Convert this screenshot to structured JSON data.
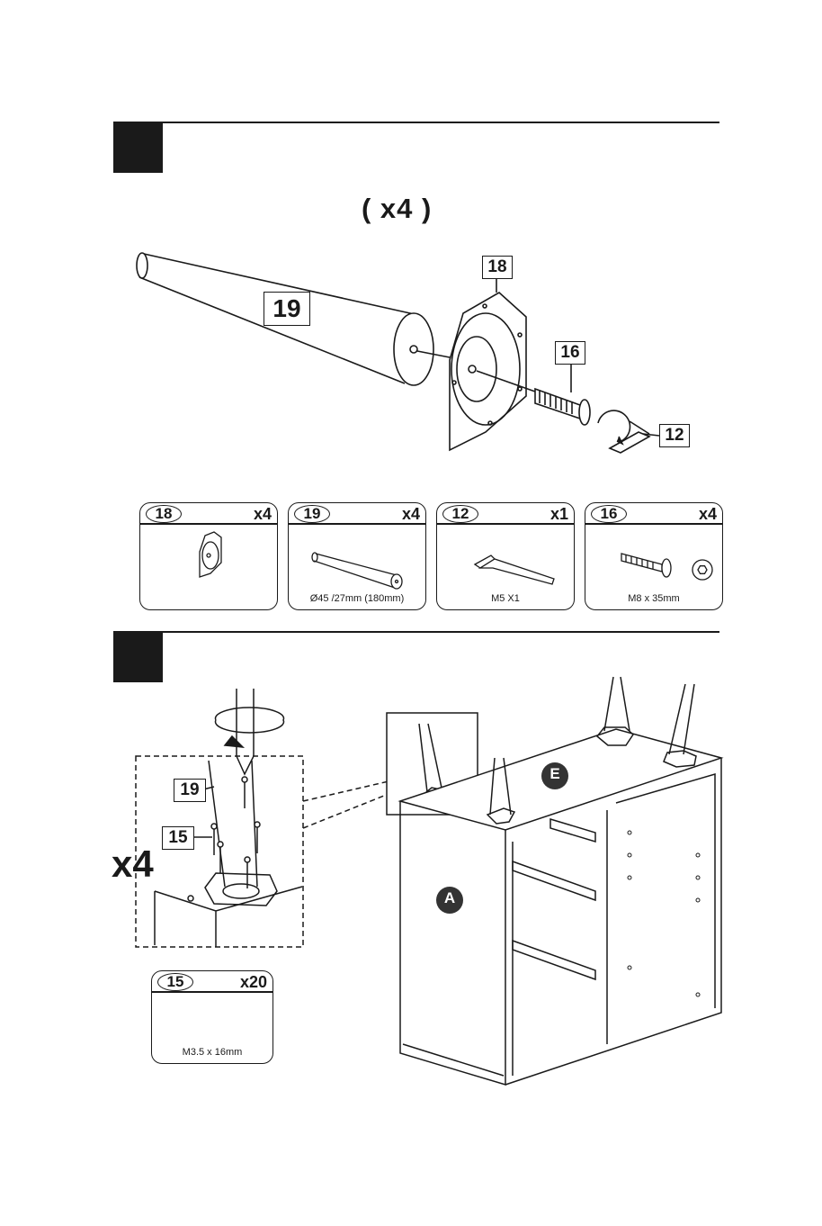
{
  "step1": {
    "quantity": "( x4 )",
    "callouts": {
      "leg": "19",
      "plate": "18",
      "bolt": "16",
      "key": "12"
    }
  },
  "parts": [
    {
      "number": "18",
      "count": "x4",
      "caption": ""
    },
    {
      "number": "19",
      "count": "x4",
      "caption": "Ø45 /27mm (180mm)"
    },
    {
      "number": "12",
      "count": "x1",
      "caption": "M5   X1"
    },
    {
      "number": "16",
      "count": "x4",
      "caption": "M8 x 35mm"
    }
  ],
  "step2": {
    "repeat": "x4",
    "callouts": {
      "leg": "19",
      "screw": "15"
    },
    "panel_labels": {
      "top": "E",
      "side": "A"
    },
    "screw_part": {
      "number": "15",
      "count": "x20",
      "caption": "M3.5 x 16mm"
    }
  },
  "colors": {
    "ink": "#1a1a1a",
    "paper": "#ffffff",
    "label_fill": "#333333"
  }
}
